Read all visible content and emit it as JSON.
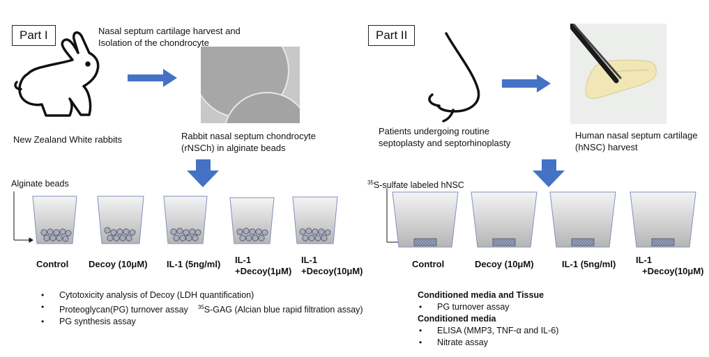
{
  "part1": {
    "title": "Part I",
    "harvest_line1": "Nasal septum cartilage harvest and",
    "harvest_line2": "Isolation of the chondrocyte",
    "rabbit_label": "New Zealand White rabbits",
    "cells_line1": "Rabbit nasal septum chondrocyte",
    "cells_line2": "(rNSCh) in alginate beads",
    "tube_header": "Alginate beads",
    "tubes": [
      {
        "line1": "Control",
        "line2": ""
      },
      {
        "line1": "Decoy (10μM)",
        "line2": ""
      },
      {
        "line1": "IL-1 (5ng/ml)",
        "line2": ""
      },
      {
        "line1": "IL-1",
        "line2": "+Decoy(1μM)"
      },
      {
        "line1": "IL-1",
        "line2": "+Decoy(10μM)"
      }
    ],
    "assays": [
      "Cytotoxicity analysis of Decoy (LDH quantification)",
      "Proteoglycan(PG) turnover assay",
      "PG synthesis assay"
    ],
    "gag_sup": "35",
    "gag_text": "S-GAG  (Alcian blue rapid filtration assay)"
  },
  "part2": {
    "title": "Part II",
    "patients_line1": "Patients undergoing routine",
    "patients_line2": "septoplasty and septorhinoplasty",
    "cartilage_line1": "Human nasal septum cartilage",
    "cartilage_line2": "(hNSC) harvest",
    "tube_header_sup": "35",
    "tube_header": "S-sulfate labeled hNSC",
    "tubes": [
      {
        "line1": "Control",
        "line2": ""
      },
      {
        "line1": "Decoy (10μM)",
        "line2": ""
      },
      {
        "line1": "IL-1 (5ng/ml)",
        "line2": ""
      },
      {
        "line1": "IL-1",
        "line2": "+Decoy(10μM)"
      }
    ],
    "group1_title": "Conditioned media and Tissue",
    "group1_items": [
      "PG turnover assay"
    ],
    "group2_title": "Conditioned media",
    "group2_items": [
      "ELISA (MMP3, TNF-α and IL-6)",
      "Nitrate assay"
    ]
  },
  "colors": {
    "arrow": "#4472c4",
    "tube_stroke": "#7f8fc0",
    "tube_fill_top": "#f3f3f3",
    "tube_fill_bottom": "#b8b8b8",
    "bead_fill": "#a9aebd"
  },
  "icons": [
    "rabbit-icon",
    "nose-icon",
    "right-arrow-icon",
    "down-arrow-icon"
  ]
}
